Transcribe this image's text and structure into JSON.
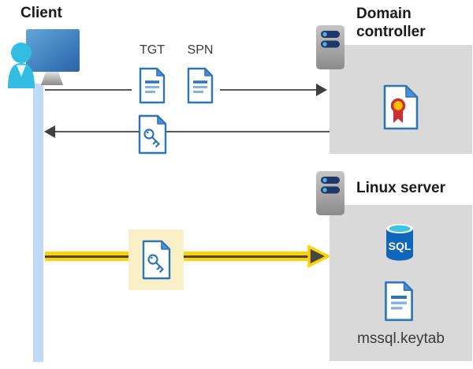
{
  "labels": {
    "client": "Client",
    "tgt": "TGT",
    "spn": "SPN",
    "domain_controller": "Domain controller",
    "linux_server": "Linux server",
    "mssql_keytab": "mssql.keytab",
    "sql": "SQL"
  },
  "icons": {
    "client": "client-user-workstation-icon",
    "domain_controller_server": "server-icon",
    "linux_server": "server-icon",
    "tgt_document": "document-icon",
    "spn_document": "document-icon",
    "service_ticket": "key-file-icon",
    "keytab_ticket": "key-file-icon",
    "certificate": "certificate-icon",
    "sql_database": "sql-database-icon",
    "keytab_file": "document-icon"
  },
  "colors": {
    "doc_blue": "#2E75B6",
    "doc_fold": "#4A90D2",
    "arrow_gray": "#595959",
    "arrowhead_gray": "#404040",
    "lifeline_blue": "#BFD9F6",
    "box_gray": "#D9D9D9",
    "highlight_yellow": "#FFD103",
    "highlight_yellow_dark": "#474740",
    "highlight_box_bg": "#FAF0C8",
    "person_cyan": "#33BDE3",
    "server_pill_navy": "#1F3869",
    "server_dot_blue": "#56AEE2",
    "cert_red": "#D02F2F",
    "cert_gold": "#FFC000",
    "sql_body_blue": "#1066B8",
    "sql_top_cyan": "#3EC6E0"
  }
}
